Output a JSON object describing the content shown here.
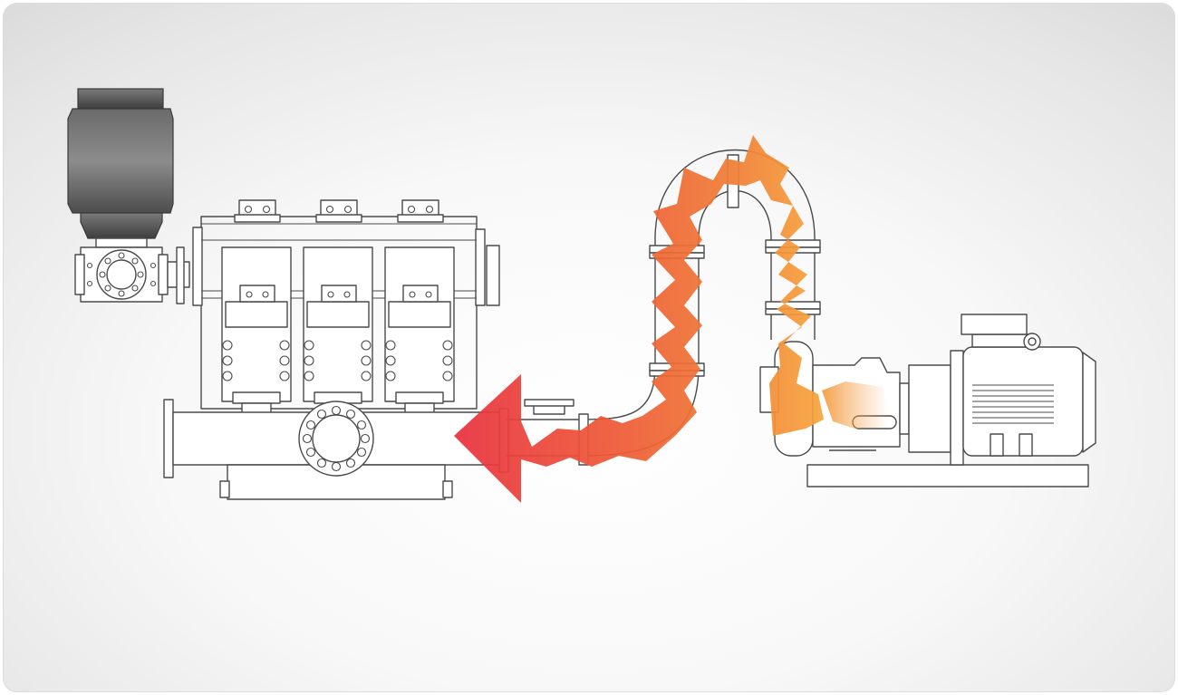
{
  "diagram": {
    "components": [
      {
        "id": "pulsation-dampener",
        "icon": "dampener-icon"
      },
      {
        "id": "triplex-pump",
        "icon": "pump-icon",
        "cylinders": 3
      },
      {
        "id": "u-bend-pipeline",
        "icon": "pipe-icon"
      },
      {
        "id": "electric-motor-unit",
        "icon": "motor-icon"
      }
    ],
    "flow": {
      "from": "electric-motor-unit",
      "to": "triplex-pump",
      "colors": {
        "start": "#f7a63c",
        "mid": "#ee6a35",
        "end": "#e8313f"
      }
    },
    "colors": {
      "line": "#4a4a4a",
      "dampener_dark": "#4d4d4d",
      "dampener_light": "#8c8c8c",
      "background": "#f4f4f4"
    }
  }
}
